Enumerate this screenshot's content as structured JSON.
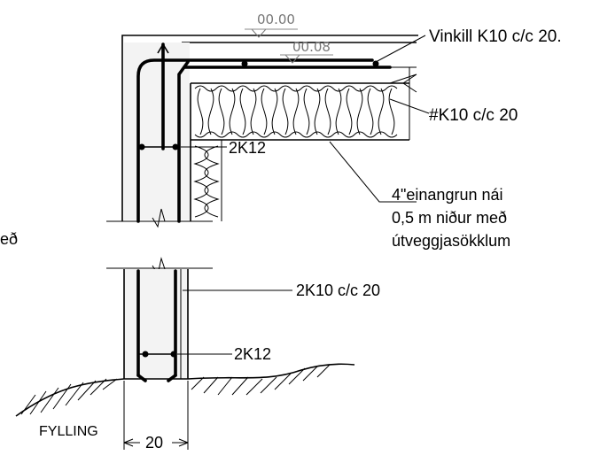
{
  "elevations": {
    "top": "00.00",
    "slab": "00.08"
  },
  "callouts": {
    "angle_bar": "Vinkill K10 c/c 20.",
    "mesh": "#K10 c/c 20",
    "top_bar": "2K12",
    "insulation_line1": "4\"einangrun nái",
    "insulation_line2": "0,5 m niður með",
    "insulation_line3": "útveggjasökklum",
    "edge_fragment": "eð",
    "wall_bars": "2K10 c/c 20",
    "bottom_bar": "2K12",
    "fill": "FYLLING",
    "width": "20"
  }
}
